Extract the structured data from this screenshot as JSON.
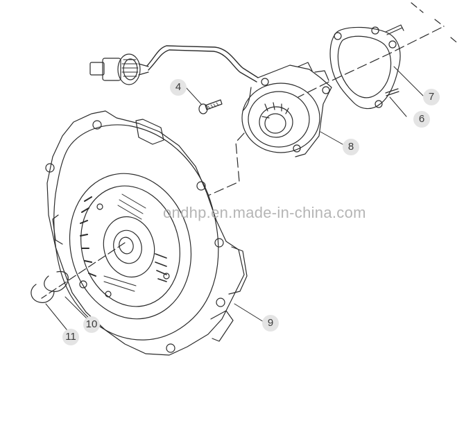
{
  "callouts": {
    "c4": "4",
    "c6": "6",
    "c7": "7",
    "c8": "8",
    "c9": "9",
    "c10": "10",
    "c11": "11"
  },
  "watermark": "ondhp.en.made-in-china.com",
  "colors": {
    "line": "#2b2b2b",
    "callout_bg": "#e4e4e4",
    "callout_text": "#3a3a3a",
    "watermark": "#a9a9a9"
  }
}
